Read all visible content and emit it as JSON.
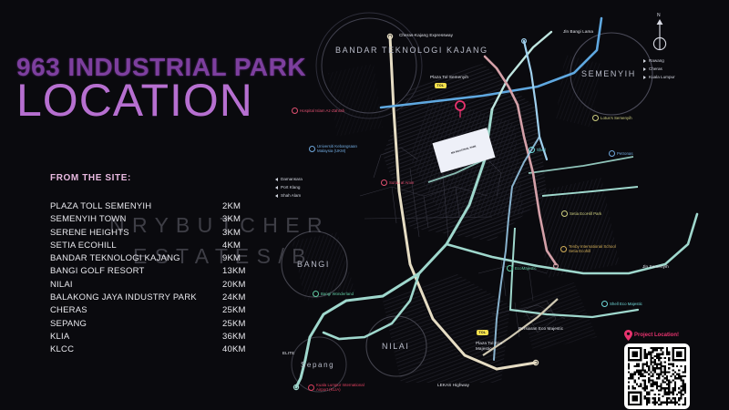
{
  "title": {
    "line1": "963 INDUSTRIAL PARK",
    "line2": "LOCATION",
    "color1": "#7d3f9e",
    "color2": "#b66fd0"
  },
  "distances": {
    "heading": "FROM THE SITE:",
    "heading_color": "#e8b9e0",
    "rows": [
      {
        "place": "PLAZA TOLL SEMENYIH",
        "km": "2KM"
      },
      {
        "place": "SEMENYIH TOWN",
        "km": "3KM"
      },
      {
        "place": "SERENE HEIGHTS",
        "km": "3KM"
      },
      {
        "place": "SETIA ECOHILL",
        "km": "4KM"
      },
      {
        "place": "BANDAR TEKNOLOGI KAJANG",
        "km": "9KM"
      },
      {
        "place": "BANGI GOLF RESORT",
        "km": "13KM"
      },
      {
        "place": "NILAI",
        "km": "20KM"
      },
      {
        "place": "BALAKONG JAYA INDUSTRY PARK",
        "km": "24KM"
      },
      {
        "place": "CHERAS",
        "km": "25KM"
      },
      {
        "place": "SEPANG",
        "km": "25KM"
      },
      {
        "place": "KLIA",
        "km": "36KM"
      },
      {
        "place": "KLCC",
        "km": "40KM"
      }
    ]
  },
  "watermark": {
    "row1": "N R Y B U T C H E R",
    "row2": "E S T A T E S / B"
  },
  "compass": {
    "north_label": "N"
  },
  "legend_right": {
    "items": [
      "Rawang",
      "Cheras",
      "Kuala Lumpur"
    ]
  },
  "legend_left": {
    "items": [
      "Damansara",
      "Port Klang",
      "Shah Alam"
    ]
  },
  "map": {
    "districts": [
      {
        "name": "BANDAR TEKNOLOGI KAJANG"
      },
      {
        "name": "SEMENYIH"
      },
      {
        "name": "BANGI"
      },
      {
        "name": "NILAI"
      },
      {
        "name": "Sepang"
      }
    ],
    "roads": [
      {
        "name": "Cheras-Kajang Expressway"
      },
      {
        "name": "Plaza Tol Semenyih"
      },
      {
        "name": "Jln Bangi Lama"
      },
      {
        "name": "Jln Semenyih"
      },
      {
        "name": "LEKAS Highway"
      },
      {
        "name": "Plaza Tol Eco Majestic"
      },
      {
        "name": "Persiaran Eco Majestic"
      },
      {
        "name": "ELITE"
      }
    ],
    "tol_badges": [
      "TOL",
      "TOL"
    ],
    "pois": [
      {
        "name": "Hospital Islam Az-Zahrah",
        "color": "#e05070"
      },
      {
        "name": "Universiti Kebangsaan Malaysia (UKM)",
        "color": "#6fa8dc"
      },
      {
        "name": "Surau al Amin",
        "color": "#e05070"
      },
      {
        "name": "Bangi Wonderland",
        "color": "#5fc9a0"
      },
      {
        "name": "Lotus's Semenyih",
        "color": "#cfd080"
      },
      {
        "name": "Shell",
        "color": "#6fd8d8"
      },
      {
        "name": "Petronas",
        "color": "#6fa8dc"
      },
      {
        "name": "Setia EcoHill Park",
        "color": "#cfd080"
      },
      {
        "name": "Tenby International School Setia Ecohill",
        "color": "#d4b05a"
      },
      {
        "name": "EcoMajestic",
        "color": "#5fc9a0"
      },
      {
        "name": "Shell Eco Majestic",
        "color": "#6fd8d8"
      },
      {
        "name": "Kuala Lumpur International Airport (KLIA)",
        "color": "#e0405f"
      }
    ]
  },
  "site": {
    "label": "963 INDUSTRIAL PARK",
    "marker_color": "#e8336e"
  },
  "qr": {
    "caption": "Project Location!",
    "caption_color": "#e8336e"
  }
}
